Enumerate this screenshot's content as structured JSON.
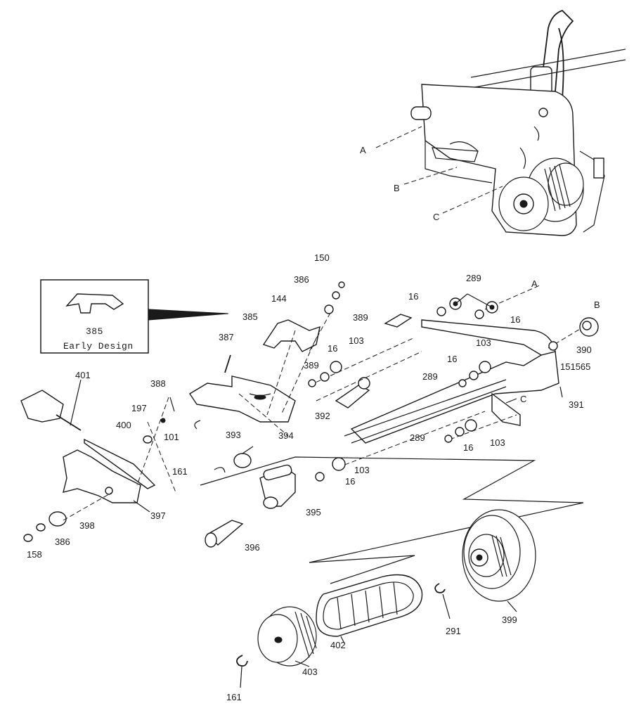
{
  "inset": {
    "part_number": "385",
    "caption": "Early Design"
  },
  "labels": {
    "l150": "150",
    "l386a": "386",
    "l144": "144",
    "l385": "385",
    "l387": "387",
    "l389a": "389",
    "l16a": "16",
    "l103a": "103",
    "l389b": "389",
    "l16b": "16",
    "l289a": "289",
    "lA": "A",
    "l16c": "16",
    "lB": "B",
    "l390": "390",
    "l151565": "151565",
    "l103b": "103",
    "l16d": "16",
    "l289b": "289",
    "l391": "391",
    "lC": "C",
    "l392": "392",
    "l289c": "289",
    "l16e": "16",
    "l103c": "103",
    "l401": "401",
    "l388": "388",
    "l197": "197",
    "l400": "400",
    "l101": "101",
    "l394": "394",
    "l393": "393",
    "l161a": "161",
    "l103d": "103",
    "l16f": "16",
    "l395": "395",
    "l397": "397",
    "l398": "398",
    "l386b": "386",
    "l158": "158",
    "l396": "396",
    "l399": "399",
    "l291": "291",
    "l402": "402",
    "l403": "403",
    "l161b": "161",
    "assyA": "A",
    "assyB": "B",
    "assyC": "C"
  }
}
